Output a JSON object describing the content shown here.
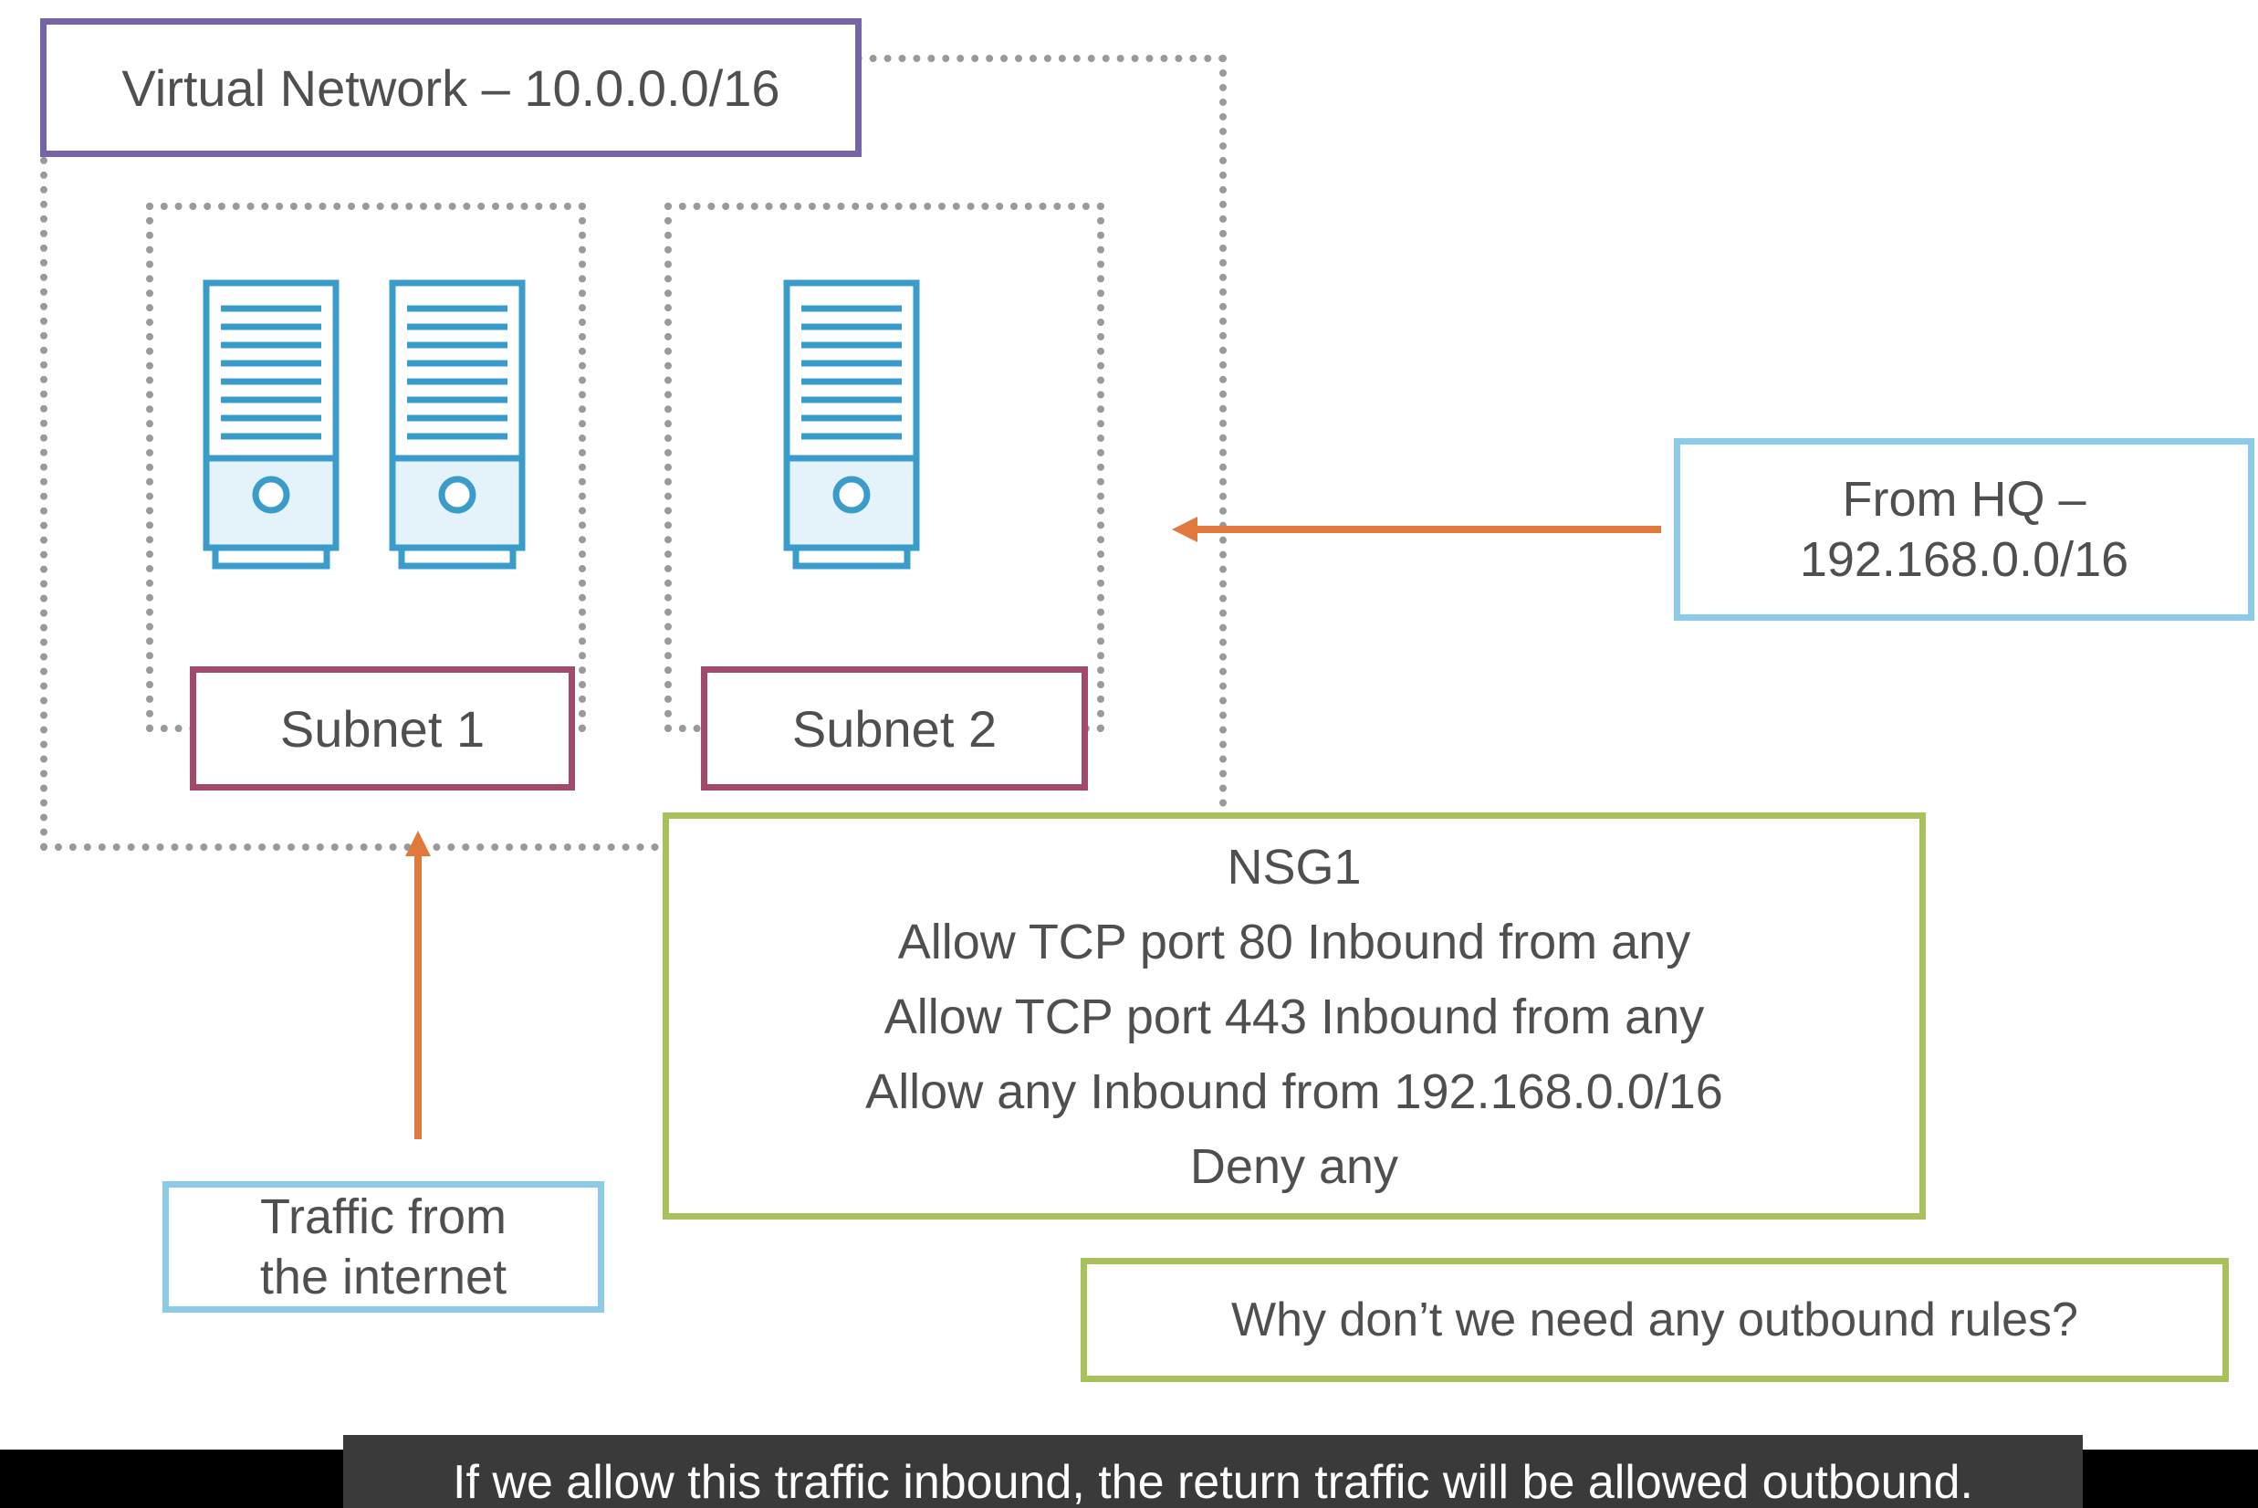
{
  "vnet": {
    "label": "Virtual Network – 10.0.0.0/16"
  },
  "subnets": [
    {
      "label": "Subnet 1"
    },
    {
      "label": "Subnet 2"
    }
  ],
  "hq": {
    "line1": "From HQ –",
    "line2": "192.168.0.0/16"
  },
  "internet": {
    "line1": "Traffic from",
    "line2": "the internet"
  },
  "nsg": {
    "title": "NSG1",
    "rules": [
      "Allow TCP port 80 Inbound from any",
      "Allow TCP port 443 Inbound from any",
      "Allow any Inbound from 192.168.0.0/16",
      "Deny any"
    ]
  },
  "question": "Why don’t we need any outbound rules?",
  "caption": "If we allow this traffic inbound, the return traffic will be allowed outbound.",
  "colors": {
    "vnet_border": "#7565a8",
    "subnet_border": "#a24a6c",
    "source_border": "#8ccbe8",
    "nsg_border": "#a9c15a",
    "arrow": "#e07a3c",
    "server": "#3a9ccb",
    "dotted": "#9a9a9a"
  },
  "icons": [
    "server-icon",
    "arrow-icon"
  ]
}
